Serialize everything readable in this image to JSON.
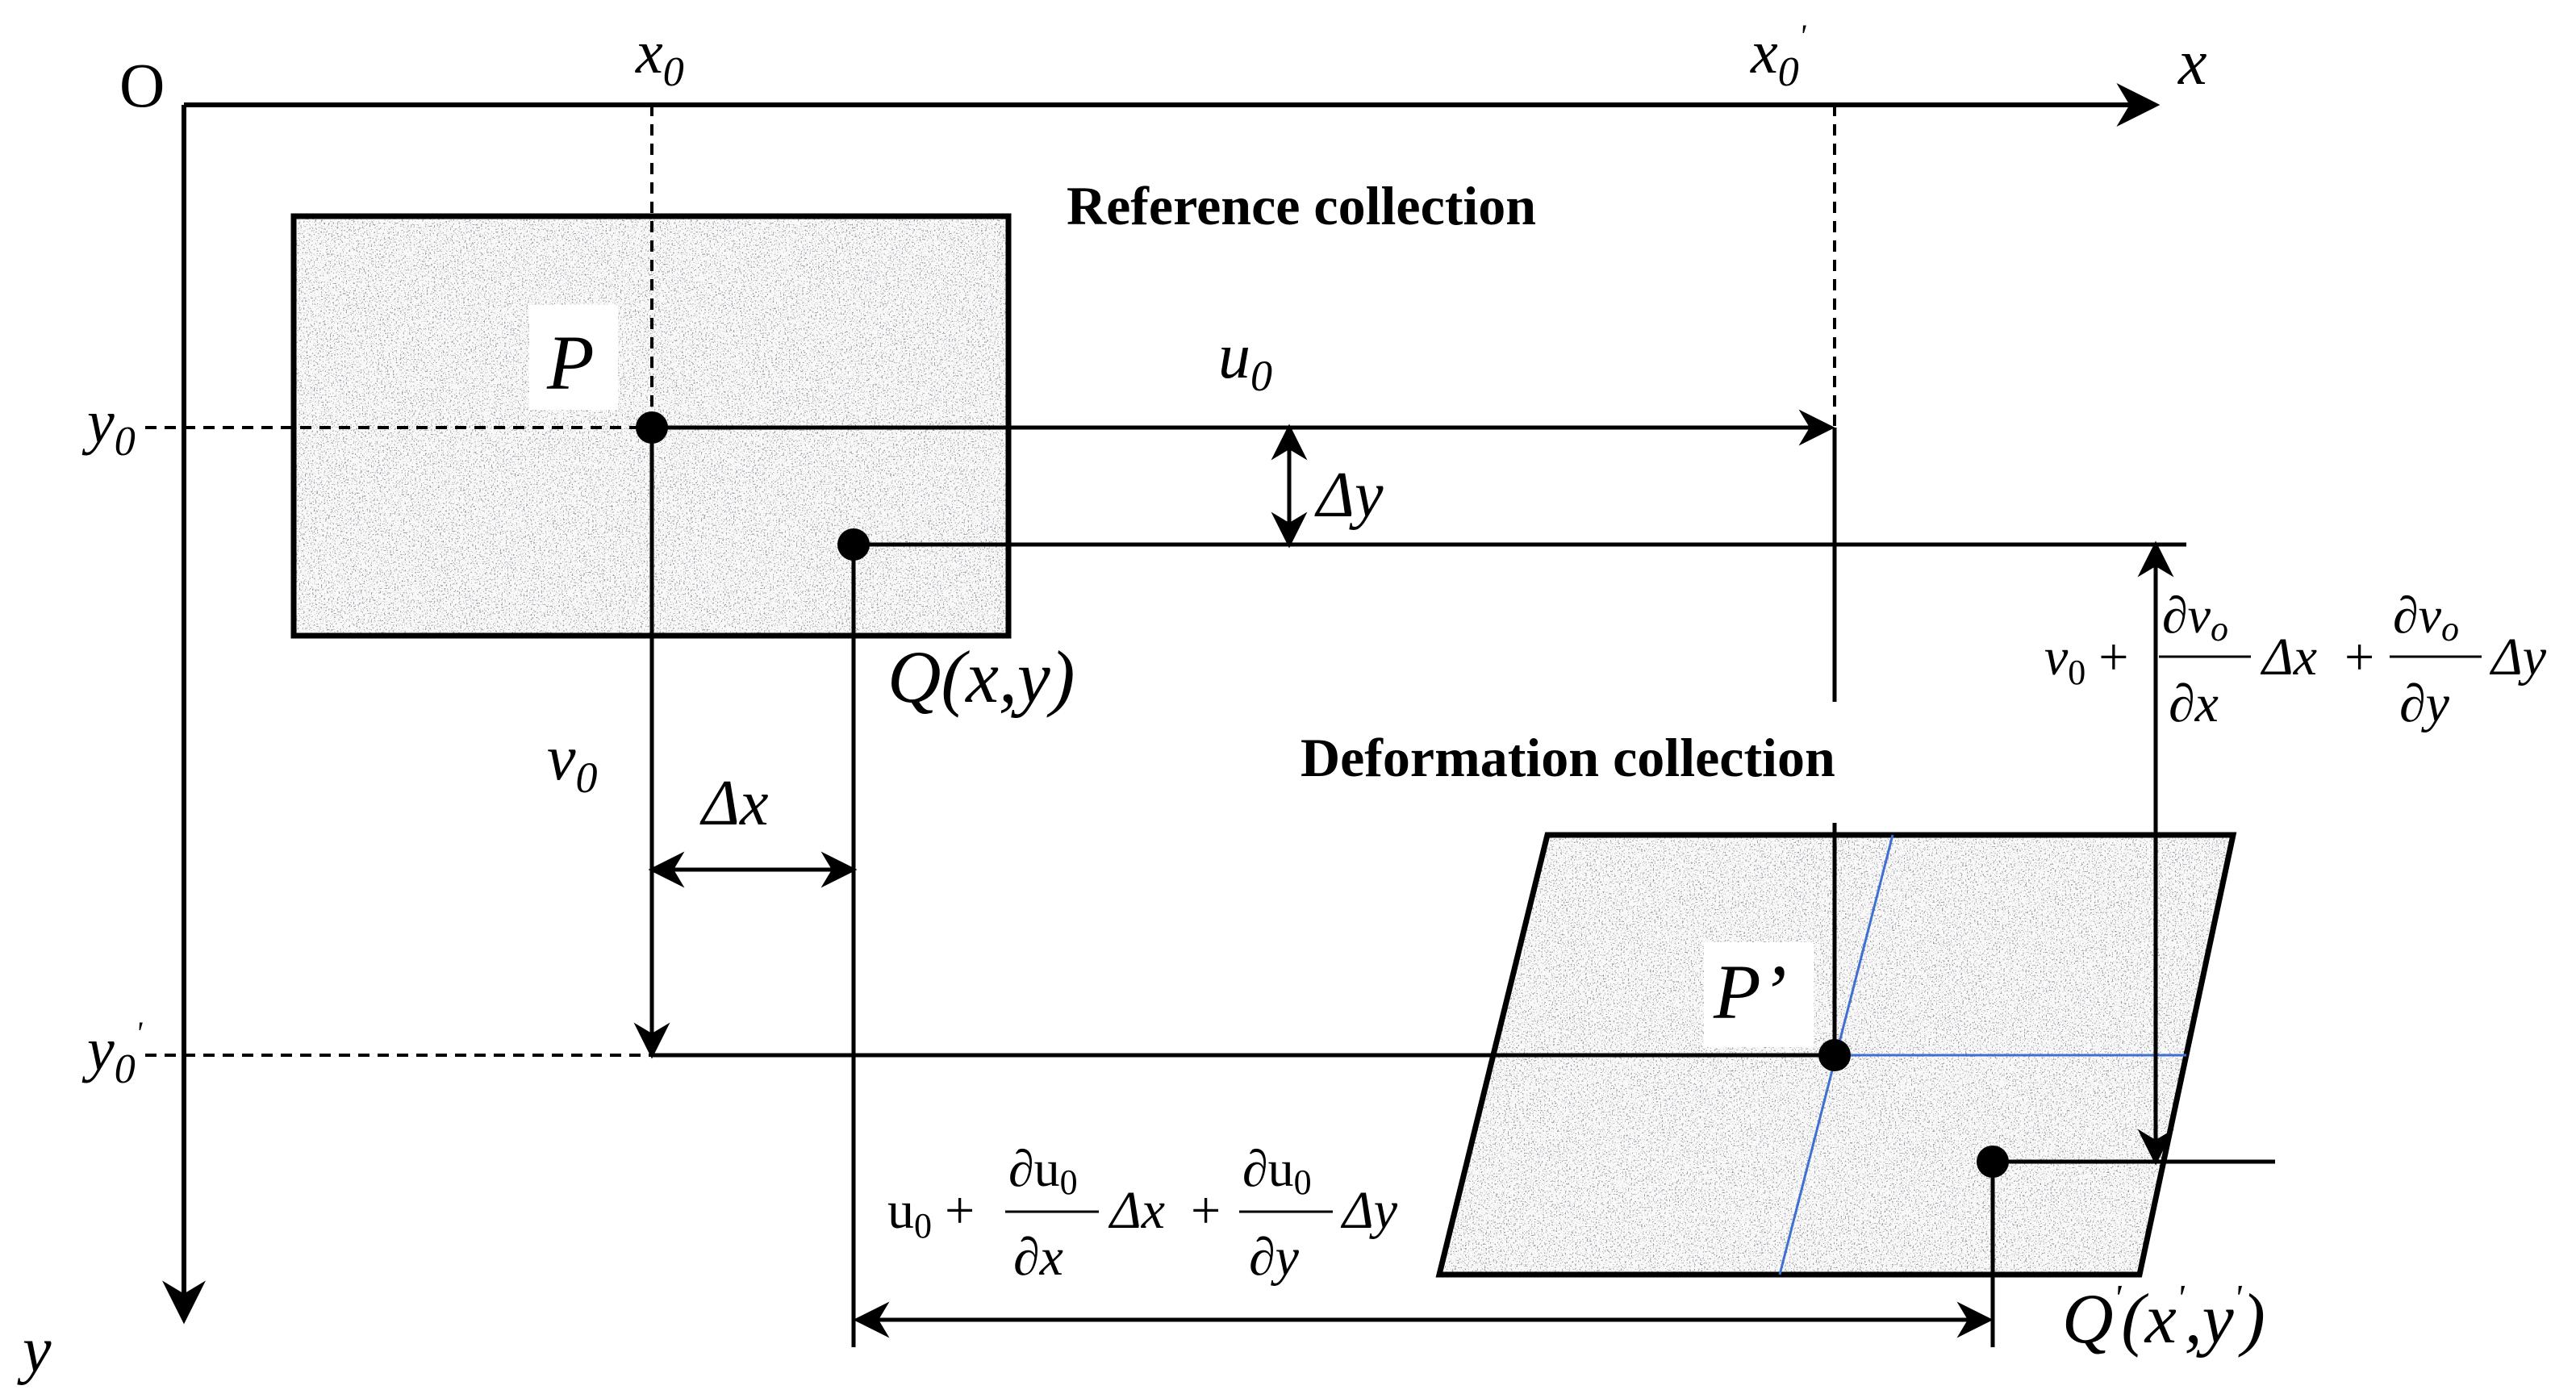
{
  "axes": {
    "origin": "O",
    "x_axis": "x",
    "y_axis": "y",
    "x0": "x",
    "x0_sub": "0",
    "x0_prime": "x",
    "x0_prime_sub": "0",
    "x0_prime_sup": "'",
    "y0": "y",
    "y0_sub": "0",
    "y0_prime": "y",
    "y0_prime_sub": "0",
    "y0_prime_sup": "'"
  },
  "regions": {
    "reference_title": "Reference collection",
    "deformation_title": "Deformation collection"
  },
  "points": {
    "p": "P",
    "p_prime": "P’",
    "q": "Q(x,y)",
    "q_prime_q": "Q",
    "q_prime_sup": "'",
    "q_prime_rest": "(x",
    "q_prime_sup2": "'",
    "q_prime_rest2": ",y",
    "q_prime_sup3": "'",
    "q_prime_end": ")"
  },
  "displacements": {
    "u0": "u",
    "u0_sub": "0",
    "v0": "v",
    "v0_sub": "0",
    "dx": "Δx",
    "dy": "Δy"
  },
  "formulas": {
    "u_prefix": "u",
    "u_sub": "0",
    "plus": "+",
    "partial_u": "∂u",
    "partial_u_sub": "0",
    "partial_x": "∂x",
    "partial_y": "∂y",
    "dx": "Δx",
    "dy": "Δy",
    "v_prefix": "v",
    "v_sub": "0",
    "partial_v": "∂v",
    "partial_v_sub": "o"
  },
  "colors": {
    "line": "#000000",
    "blue_guide": "#3f6fd1",
    "speckle_base": "#ededed",
    "speckle_dark": "#2b2b2b"
  }
}
